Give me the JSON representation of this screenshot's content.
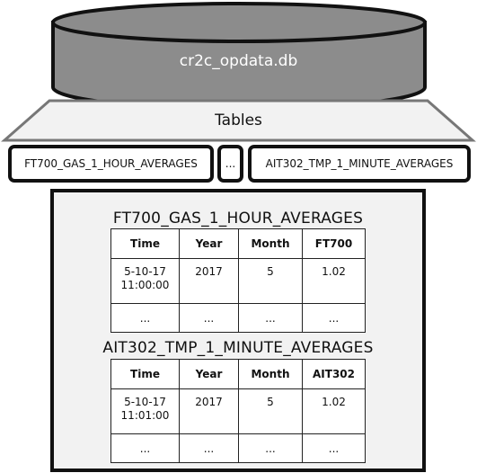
{
  "database": {
    "name": "cr2c_opdata.db"
  },
  "tables_label": "Tables",
  "table_boxes": [
    {
      "label": "FT700_GAS_1_HOUR_AVERAGES"
    },
    {
      "label": "..."
    },
    {
      "label": "AIT302_TMP_1_MINUTE_AVERAGES"
    }
  ],
  "tables": [
    {
      "title": "FT700_GAS_1_HOUR_AVERAGES",
      "headers": [
        "Time",
        "Year",
        "Month",
        "FT700"
      ],
      "rows": [
        [
          "5-10-17\n11:00:00",
          "2017",
          "5",
          "1.02"
        ],
        [
          "...",
          "...",
          "...",
          "..."
        ]
      ]
    },
    {
      "title": "AIT302_TMP_1_MINUTE_AVERAGES",
      "headers": [
        "Time",
        "Year",
        "Month",
        "AIT302"
      ],
      "rows": [
        [
          "5-10-17\n11:01:00",
          "2017",
          "5",
          "1.02"
        ],
        [
          "...",
          "...",
          "...",
          "..."
        ]
      ]
    }
  ],
  "colors": {
    "database_fill": "#8c8c8c",
    "tables_tray_fill": "#f2f2f2",
    "panel_fill": "#f2f2f2",
    "outline": "#111111"
  }
}
